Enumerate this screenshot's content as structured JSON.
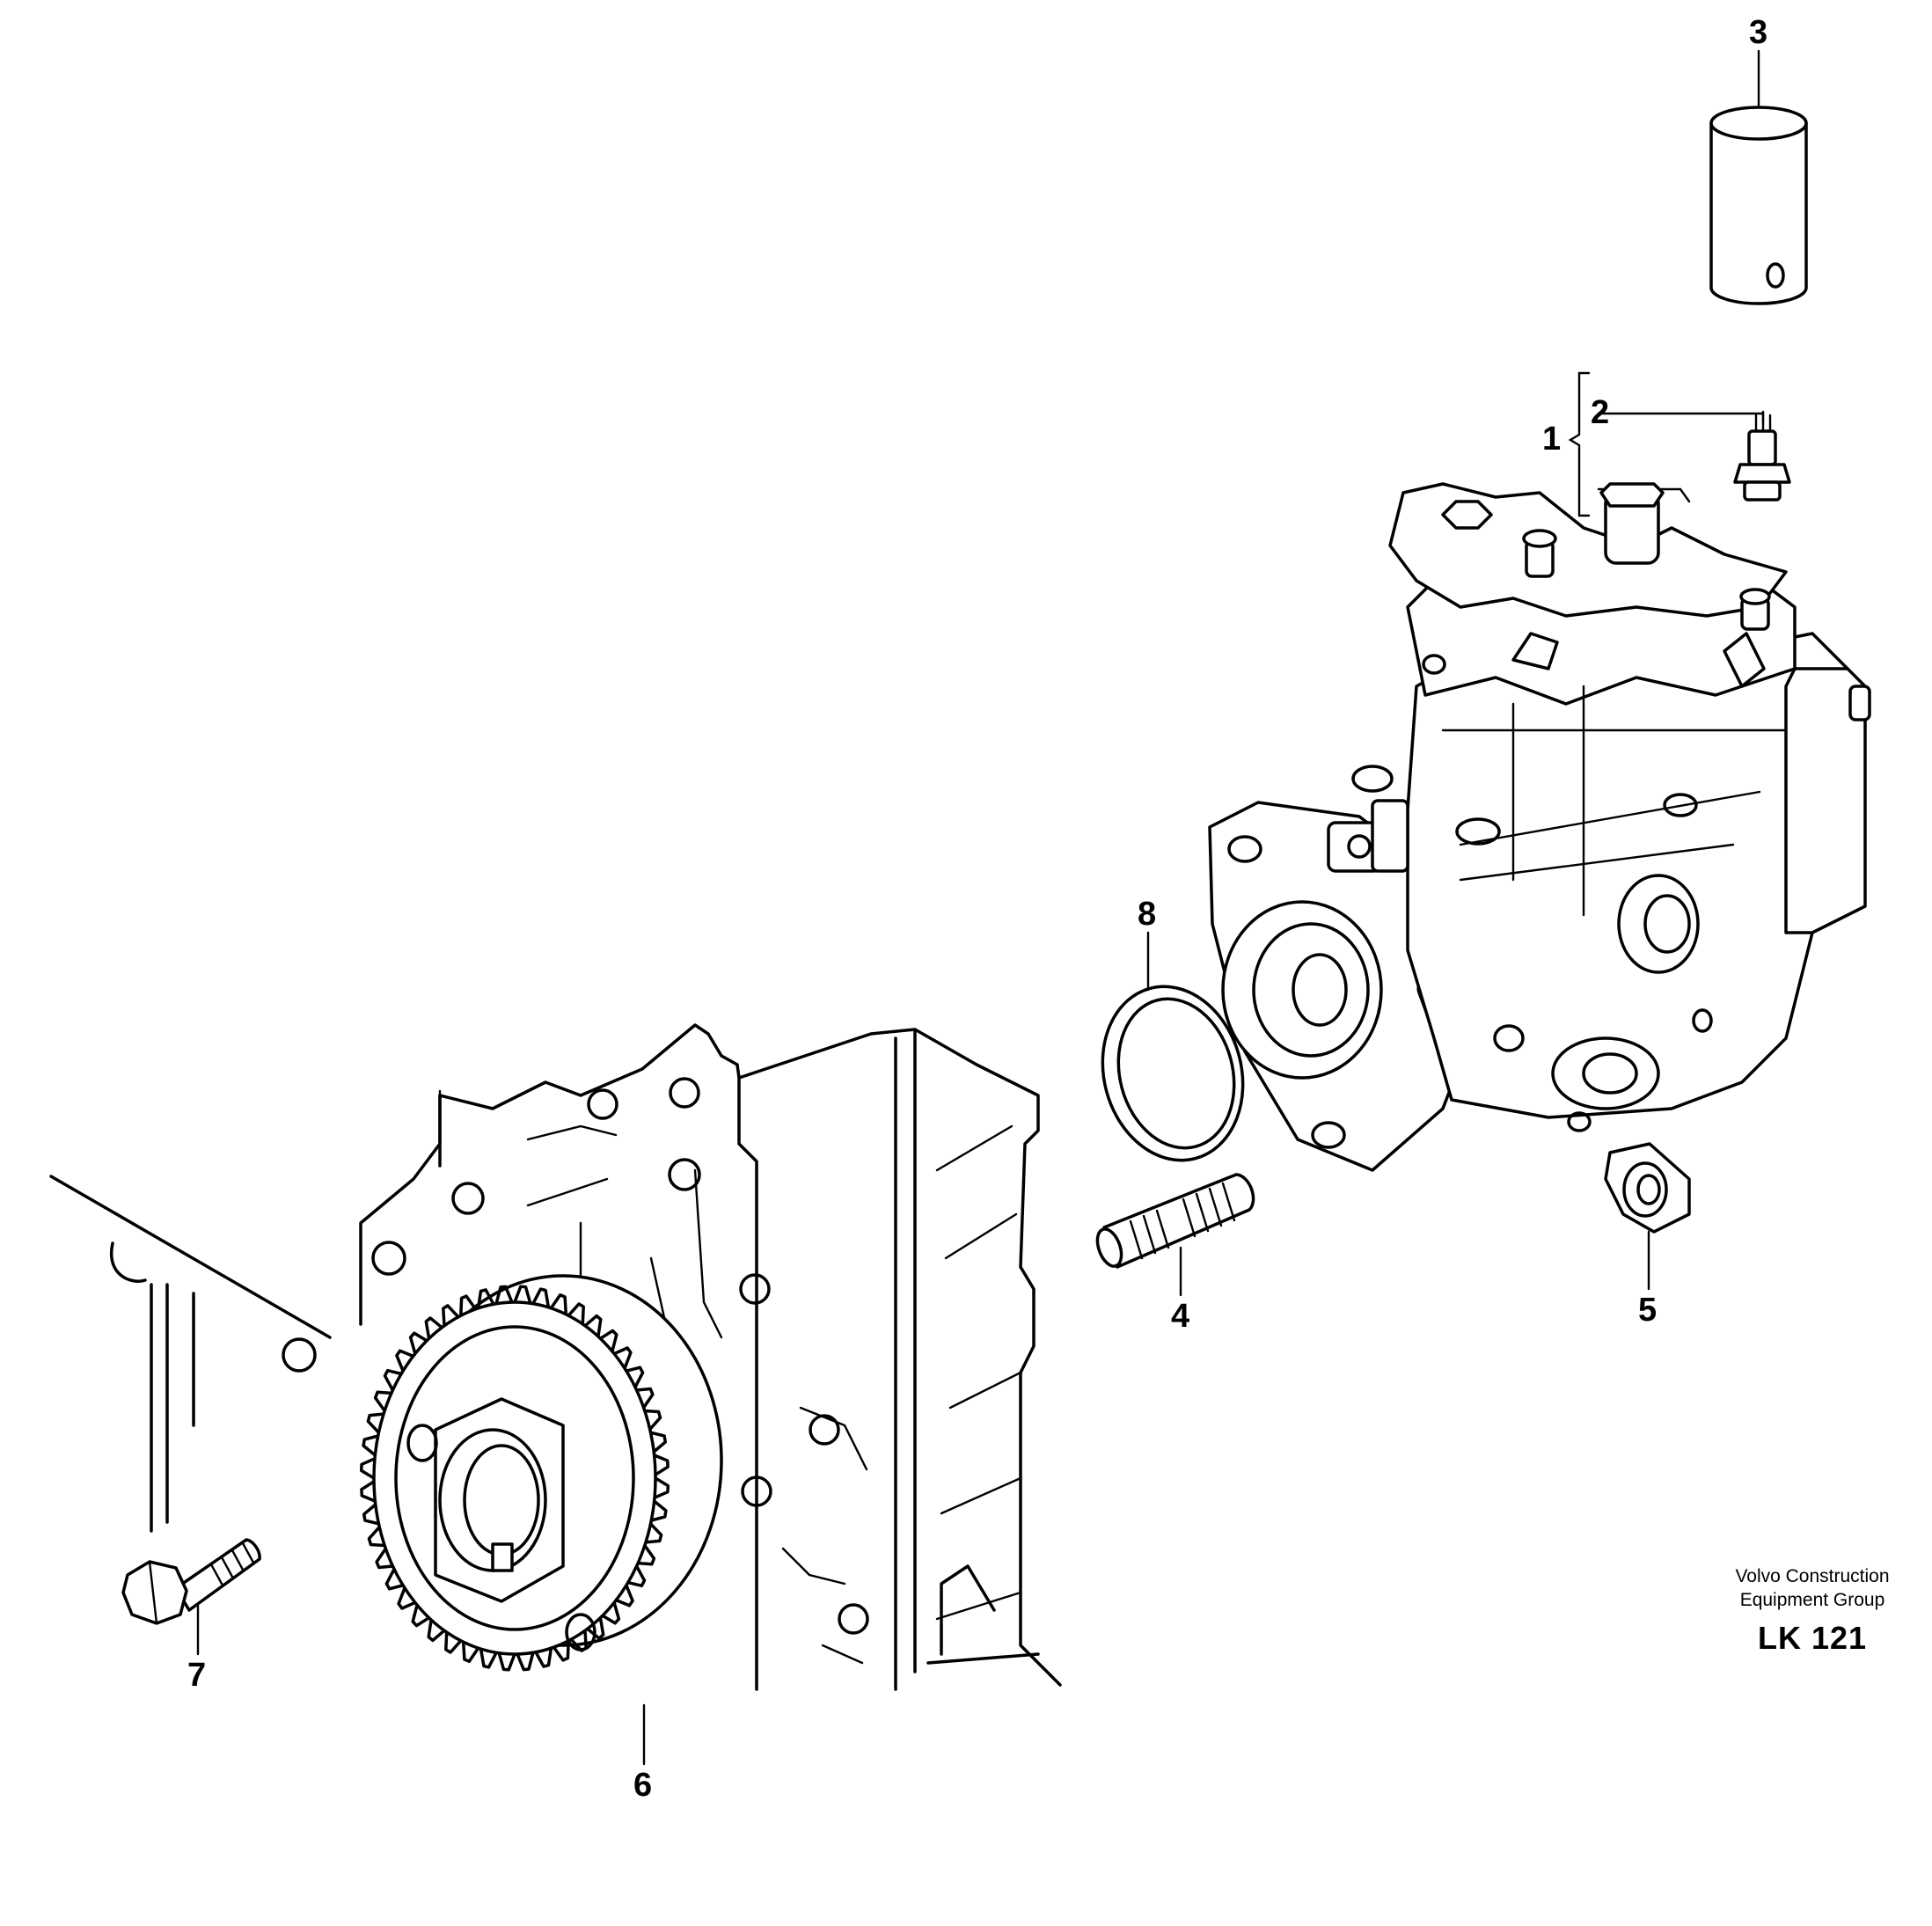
{
  "callouts": [
    {
      "id": "1",
      "text": "1"
    },
    {
      "id": "2",
      "text": "2"
    },
    {
      "id": "3",
      "text": "3"
    },
    {
      "id": "4",
      "text": "4"
    },
    {
      "id": "5",
      "text": "5"
    },
    {
      "id": "6",
      "text": "6"
    },
    {
      "id": "7",
      "text": "7"
    },
    {
      "id": "8",
      "text": "8"
    }
  ],
  "credit": {
    "line1": "Volvo Construction",
    "line2": "Equipment Group",
    "code": "LK 121"
  },
  "parts": [
    {
      "callout": "1",
      "part": "fuel-injection-pump"
    },
    {
      "callout": "2",
      "part": "sensor"
    },
    {
      "callout": "3",
      "part": "sleeve"
    },
    {
      "callout": "4",
      "part": "stud"
    },
    {
      "callout": "5",
      "part": "nut"
    },
    {
      "callout": "6",
      "part": "gear"
    },
    {
      "callout": "7",
      "part": "bolt"
    },
    {
      "callout": "8",
      "part": "o-ring"
    }
  ]
}
